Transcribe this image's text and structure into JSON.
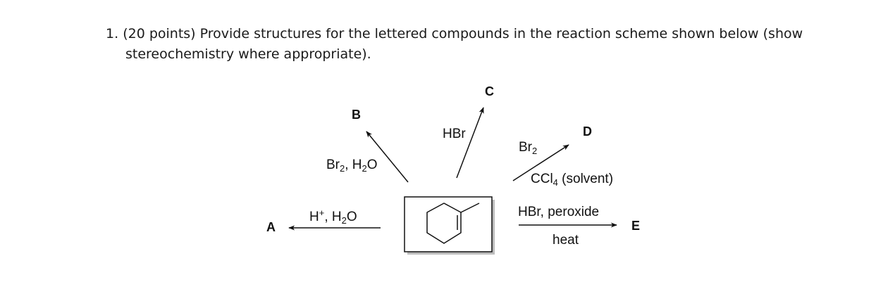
{
  "question": {
    "number": "1.",
    "line1": "(20 points) Provide structures for the lettered compounds in the reaction scheme shown below (show",
    "line2": "stereochemistry where appropriate)."
  },
  "scheme": {
    "letters": {
      "A": "A",
      "B": "B",
      "C": "C",
      "D": "D",
      "E": "E"
    },
    "reagents": {
      "to_A": {
        "part1": "H",
        "sup": "+",
        "part2": ", H",
        "sub": "2",
        "part3": "O"
      },
      "to_B": {
        "part1": "Br",
        "sub1": "2",
        "part2": ", H",
        "sub2": "2",
        "part3": "O"
      },
      "to_C": {
        "text": "HBr"
      },
      "to_D_above": {
        "part1": "Br",
        "sub": "2"
      },
      "to_D_below": {
        "part1": "CCl",
        "sub": "4",
        "part2": " (solvent)"
      },
      "to_E_above": {
        "text": "HBr, peroxide"
      },
      "to_E_below": {
        "text": "heat"
      }
    },
    "starting_material_icon": "1-methylcyclohexene-structure"
  }
}
